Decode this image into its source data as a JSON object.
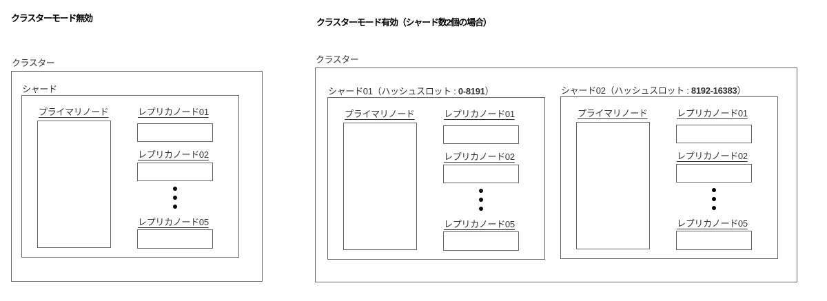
{
  "colors": {
    "background": "#ffffff",
    "box_border": "#666666",
    "label_text": "#333333",
    "title_text": "#000000",
    "dot": "#000000"
  },
  "node_labels": {
    "primary": "プライマリノード",
    "replica01": "レプリカノード01",
    "replica02": "レプリカノード02",
    "replica05": "レプリカノード05"
  },
  "left_panel": {
    "title": "クラスターモード無効",
    "cluster_label": "クラスター",
    "shards": [
      {
        "label_prefix": "シャード",
        "label_slots": "",
        "label_suffix": ""
      }
    ]
  },
  "right_panel": {
    "title": "クラスターモード有効（シャード数2個の場合）",
    "cluster_label": "クラスター",
    "shards": [
      {
        "label_prefix": "シャード01（ハッシュスロット : ",
        "label_slots": "0-8191",
        "label_suffix": "）"
      },
      {
        "label_prefix": "シャード02（ハッシュスロット : ",
        "label_slots": "8192-16383",
        "label_suffix": "）"
      }
    ]
  }
}
